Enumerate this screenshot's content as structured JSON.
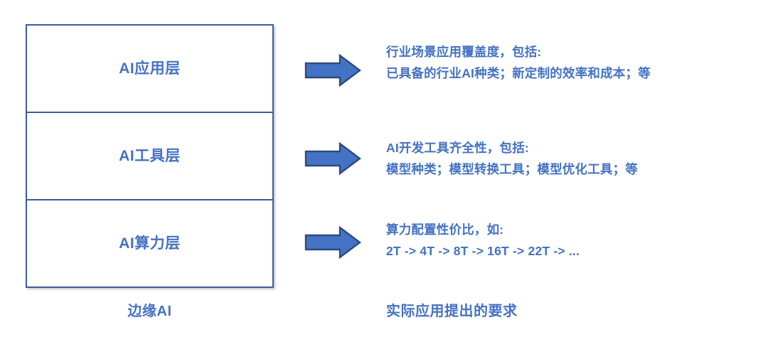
{
  "diagram": {
    "title_left": "边缘AI",
    "title_right": "实际应用提出的要求",
    "accent_color": "#4472C4",
    "border_color": "#3C5D9B",
    "arrow_fill": "#4472C4",
    "arrow_outline": "#2E4A7D",
    "background": "#FFFFFF"
  },
  "layers": [
    {
      "id": "ai-application-layer",
      "label": "AI应用层",
      "arrow_icon": "right-arrow-icon",
      "requirement": {
        "heading": "行业场景应用覆盖度，包括:",
        "detail": "已具备的行业AI种类；新定制的效率和成本；等"
      }
    },
    {
      "id": "ai-tool-layer",
      "label": "AI工具层",
      "arrow_icon": "right-arrow-icon",
      "requirement": {
        "heading": "AI开发工具齐全性，包括:",
        "detail": "模型种类；模型转换工具；模型优化工具；等"
      }
    },
    {
      "id": "ai-compute-layer",
      "label": "AI算力层",
      "arrow_icon": "right-arrow-icon",
      "requirement": {
        "heading": "算力配置性价比，如:",
        "detail": "2T -> 4T -> 8T -> 16T -> 22T -> ..."
      }
    }
  ]
}
